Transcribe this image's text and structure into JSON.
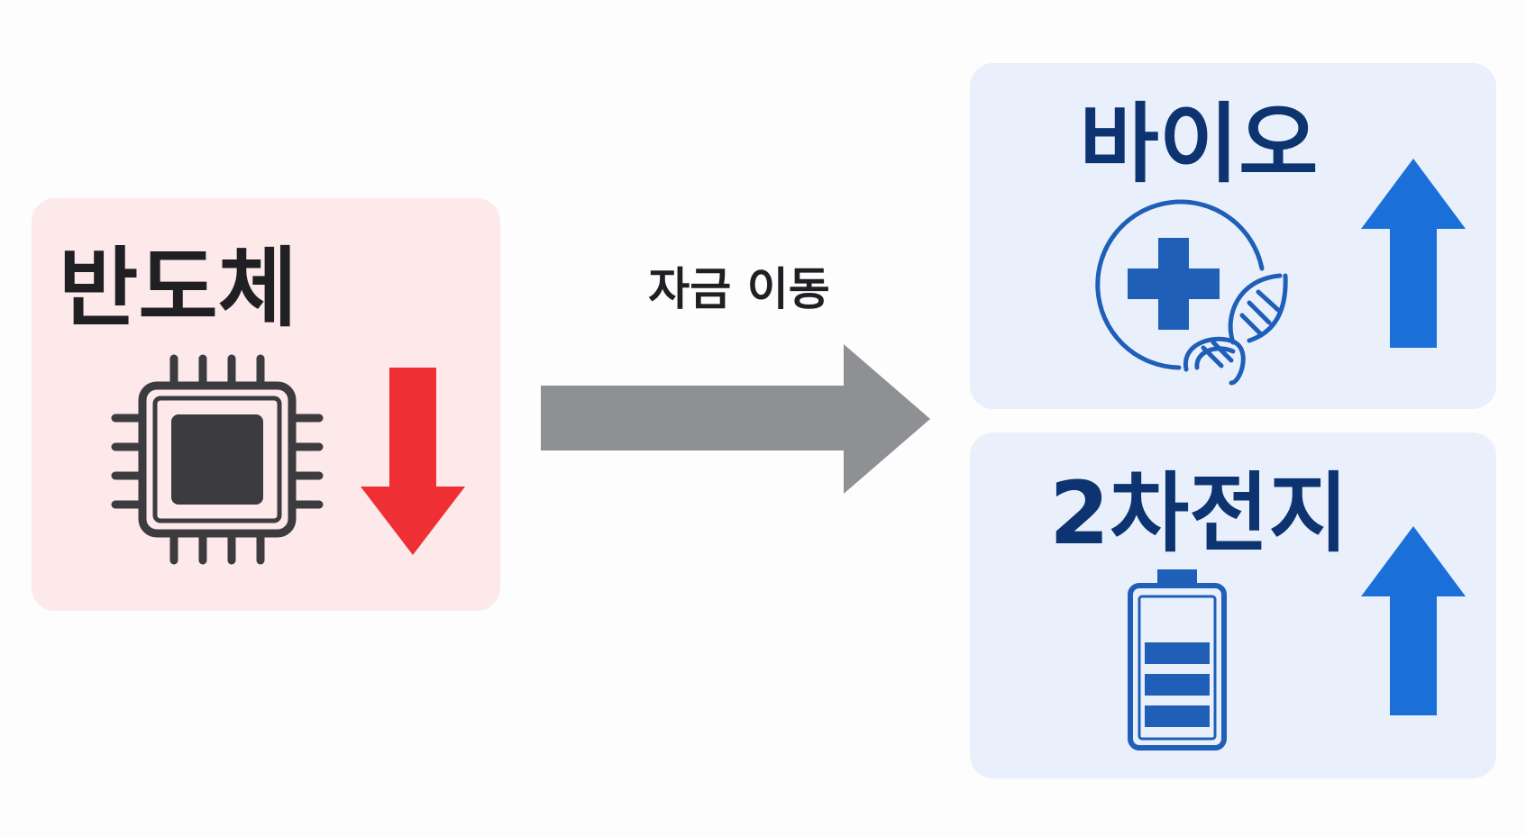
{
  "sectors": {
    "semiconductor": {
      "title": "반도체",
      "icon": "chip-icon",
      "trend": "down",
      "trend_color": "#ee3034"
    },
    "bio": {
      "title": "바이오",
      "icon": "medical-dna-icon",
      "trend": "up",
      "trend_color": "#1a6fd8"
    },
    "battery": {
      "title": "2차전지",
      "icon": "battery-icon",
      "trend": "up",
      "trend_color": "#1a6fd8"
    }
  },
  "flow": {
    "label": "자금 이동",
    "arrow_color": "#8f9093"
  },
  "colors": {
    "semiconductor_panel": "#fde8ea",
    "growth_panel": "#e9f0fc",
    "chip": "#3b3b40",
    "bio_icon": "#1f5fb8",
    "battery_icon": "#1f5fb8"
  }
}
